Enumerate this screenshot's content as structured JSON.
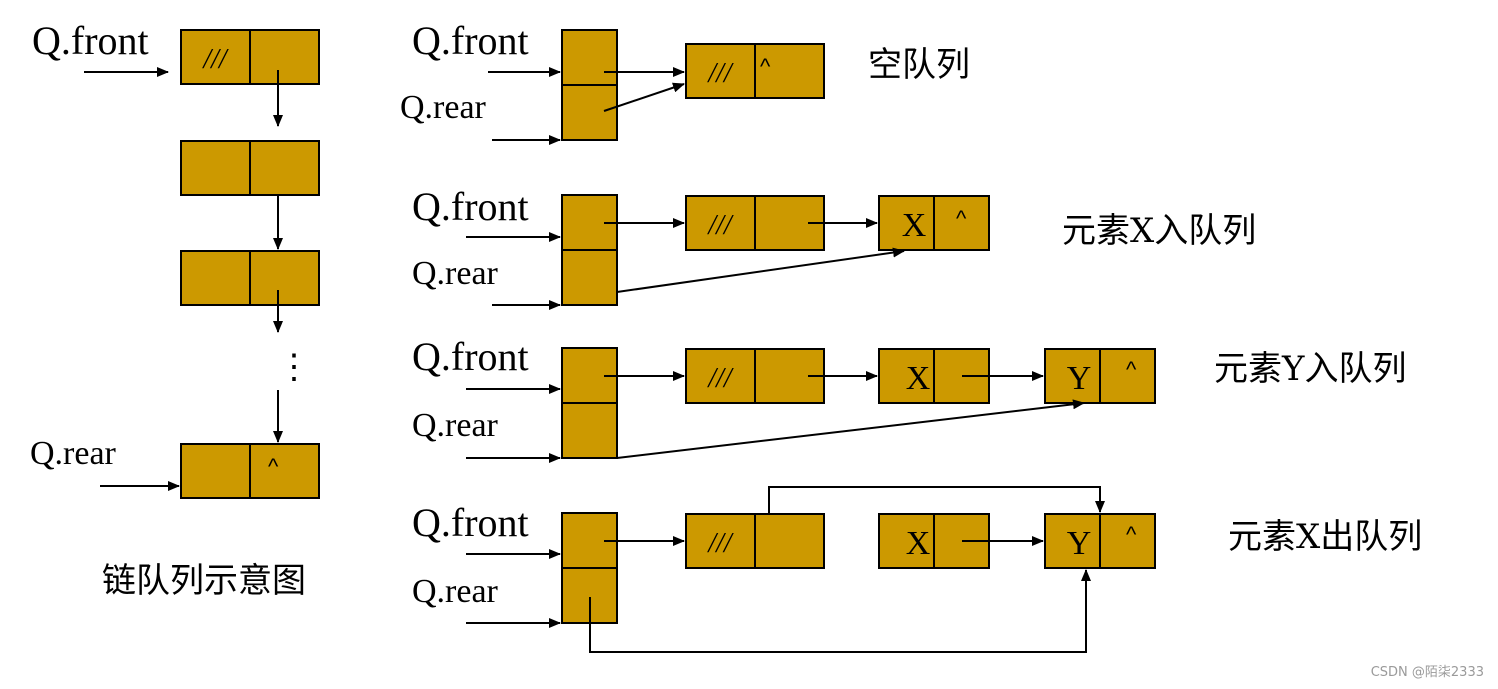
{
  "labels": {
    "front": "Q.front",
    "rear": "Q.rear",
    "null_mark": "^",
    "head_mark": "///",
    "ellipsis": "⋮",
    "x": "X",
    "y": "Y"
  },
  "captions": {
    "left": "链队列示意图",
    "empty": "空队列",
    "enqueue_x": "元素X入队列",
    "enqueue_y": "元素Y入队列",
    "dequeue_x": "元素X出队列"
  },
  "watermark": "CSDN @陌柒2333",
  "colors": {
    "node_fill": "#cc9900",
    "line": "#000000"
  }
}
